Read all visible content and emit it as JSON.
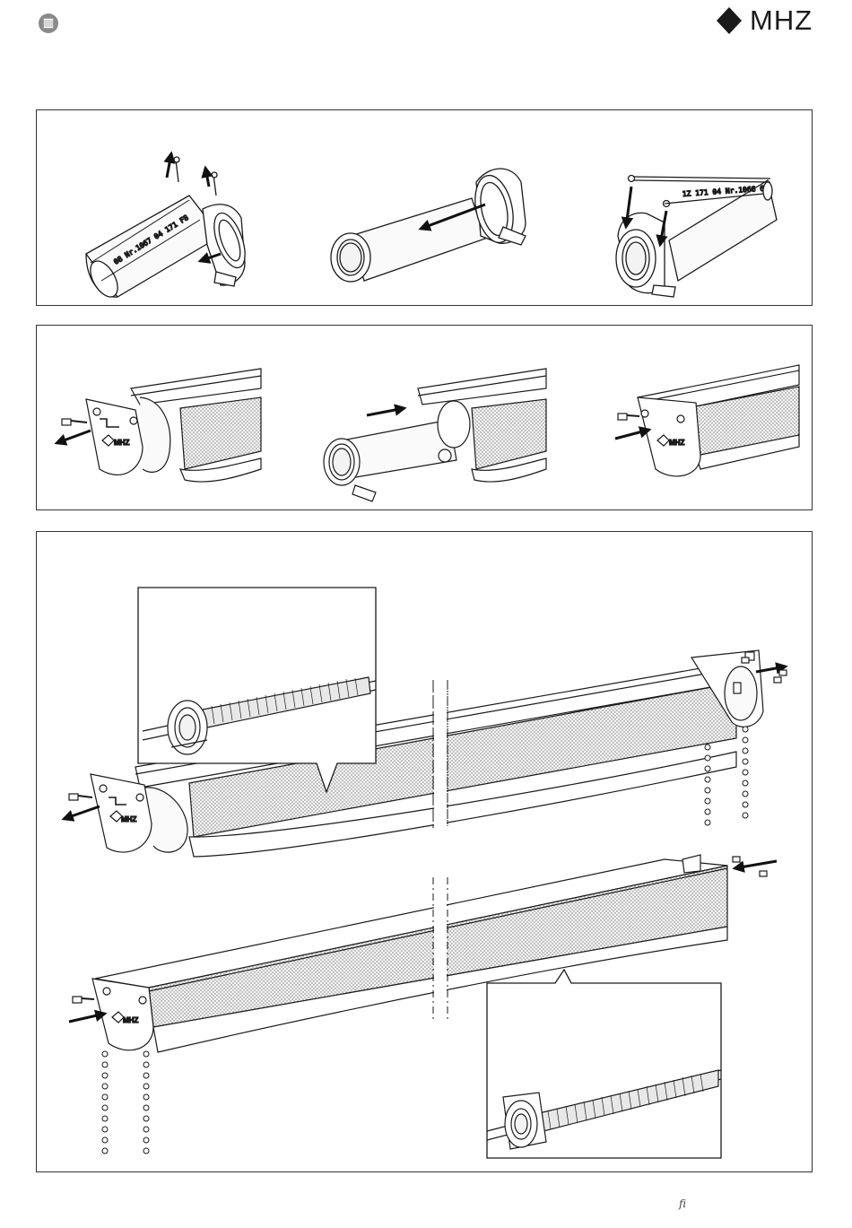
{
  "header": {
    "brand": "MHZ"
  },
  "panels": {
    "panel1": {
      "tube_label_a": "08 Nr.1067 04 171 F8",
      "tube_label_b": "1Z 171 04 Nr.1066 60"
    },
    "panel2": {
      "bracket_logo": "MHZ"
    },
    "panel3": {
      "bracket_logo": "MHZ"
    }
  },
  "footer": {
    "page_mark": "fi"
  },
  "colors": {
    "line": "#1a1a1a",
    "arrow": "#111111",
    "panel_border": "#333333",
    "icon": "#888888"
  }
}
